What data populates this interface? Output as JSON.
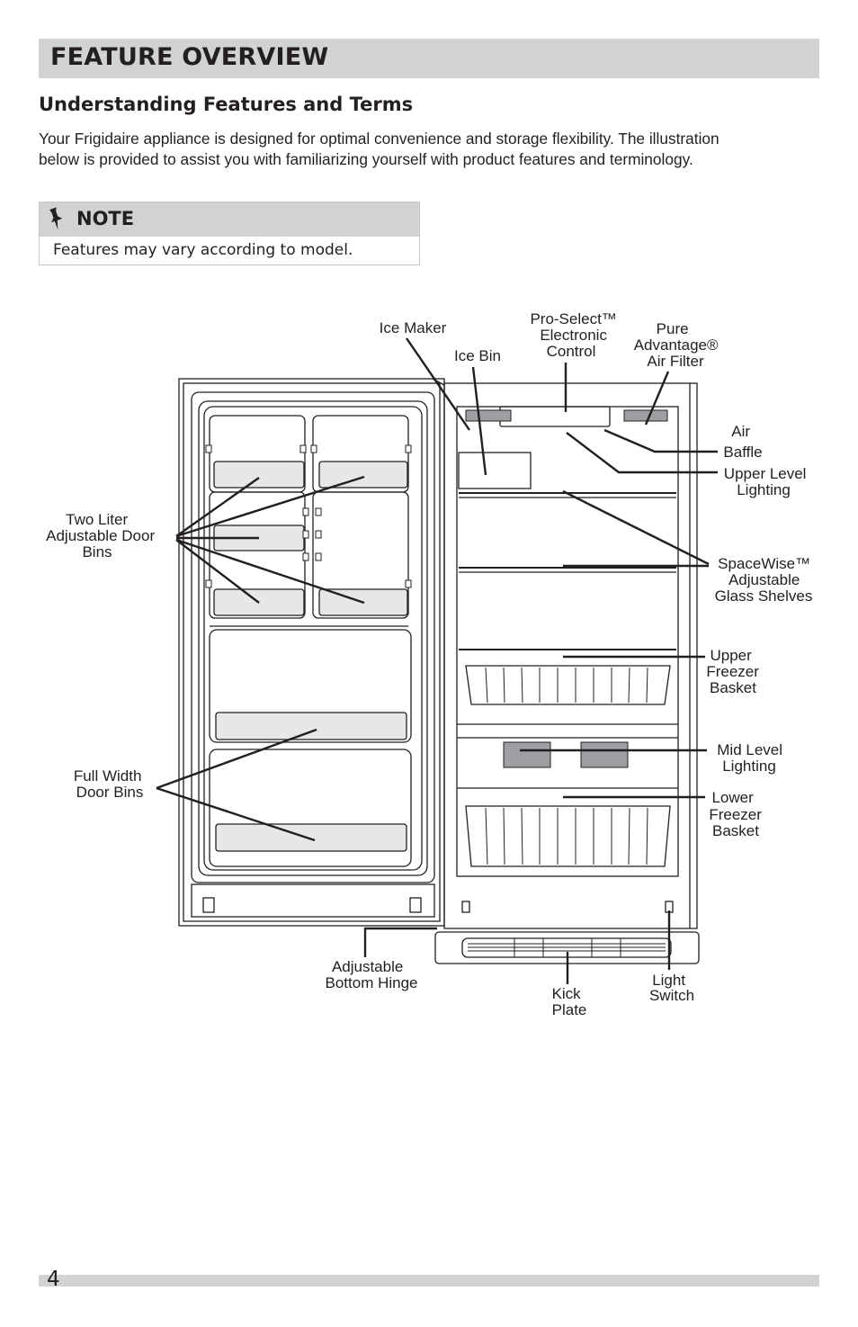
{
  "header": {
    "title": "FEATURE OVERVIEW"
  },
  "section": {
    "subtitle": "Understanding Features and Terms",
    "intro_line1": "Your Frigidaire appliance is designed for optimal convenience and storage flexibility.  The illustration",
    "intro_line2": "below is provided to assist you with familiarizing yourself with product features and terminology."
  },
  "note": {
    "icon": "pushpin-icon",
    "title": "NOTE",
    "text": "Features may vary according to model."
  },
  "callouts": {
    "ice_maker": [
      "Ice Maker"
    ],
    "ice_bin": [
      "Ice Bin"
    ],
    "pro_select": [
      "Pro-Select™",
      "Electronic",
      "Control"
    ],
    "air_filter": [
      "Pure",
      "Advantage®",
      "Air Filter"
    ],
    "air_baffle": [
      "Air",
      "Baffle"
    ],
    "upper_lighting": [
      "Upper Level",
      "Lighting"
    ],
    "glass_shelves": [
      "SpaceWise™",
      "Adjustable",
      "Glass Shelves"
    ],
    "upper_basket": [
      "Upper",
      "Freezer",
      "Basket"
    ],
    "mid_lighting": [
      "Mid Level",
      "Lighting"
    ],
    "lower_basket": [
      "Lower",
      "Freezer",
      "Basket"
    ],
    "light_switch": [
      "Light",
      "Switch"
    ],
    "kick_plate": [
      "Kick",
      "Plate"
    ],
    "bottom_hinge": [
      "Adjustable",
      "Bottom Hinge"
    ],
    "full_width_bins": [
      "Full Width",
      "Door Bins"
    ],
    "two_liter_bins": [
      "Two Liter",
      "Adjustable Door",
      "Bins"
    ]
  },
  "footer": {
    "page_number": "4"
  }
}
